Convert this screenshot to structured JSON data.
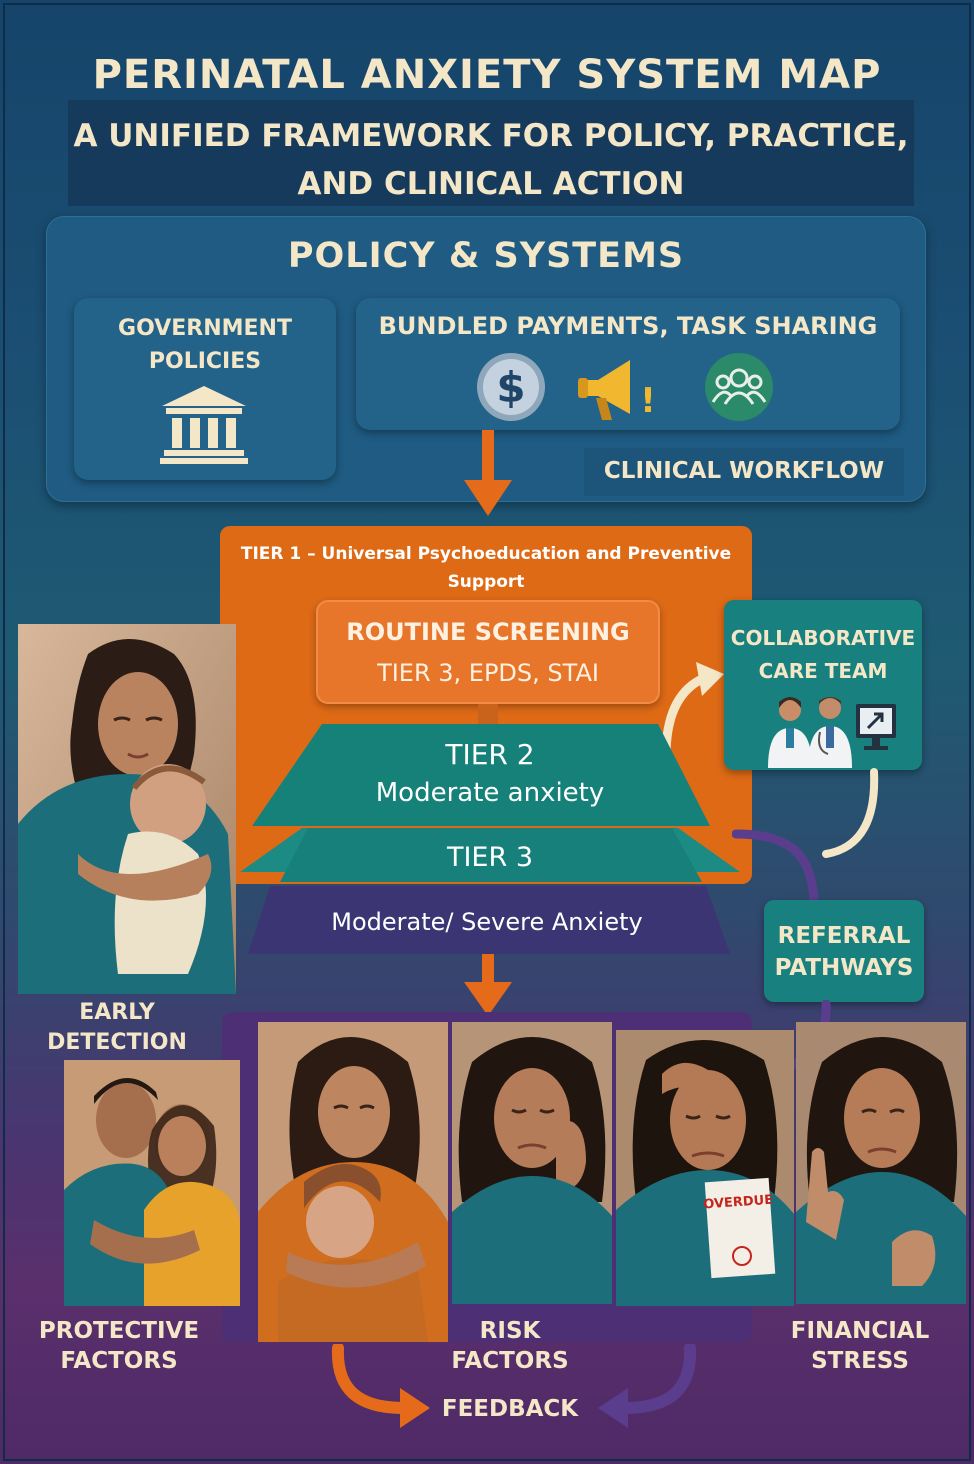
{
  "title": "PERINATAL ANXIETY SYSTEM MAP",
  "subtitle": {
    "line1": "A UNIFIED FRAMEWORK FOR POLICY, PRACTICE,",
    "line2": "AND CLINICAL ACTION"
  },
  "policy": {
    "title": "POLICY & SYSTEMS",
    "government": {
      "line1": "GOVERNMENT",
      "line2": "POLICIES",
      "icon": "government-building-icon"
    },
    "bundled": {
      "label": "BUNDLED PAYMENTS, TASK SHARING",
      "icons": [
        "dollar-coin-icon",
        "megaphone-icon",
        "team-icon"
      ],
      "coin_symbol": "$",
      "alert_symbol": "!"
    },
    "workflow": "CLINICAL WORKFLOW"
  },
  "tier1": {
    "line1": "TIER 1 – Universal Psychoeducation and Preventive",
    "line2": "Support"
  },
  "screening": {
    "title": "ROUTINE SCREENING",
    "subtitle": "TIER 3, EPDS, STAI"
  },
  "collab": {
    "line1": "COLLABORATIVE",
    "line2": "CARE TEAM"
  },
  "tier2": {
    "title": "TIER 2",
    "subtitle": "Moderate anxiety"
  },
  "tier3": {
    "title": "TIER 3"
  },
  "severe": {
    "title": "Moderate/ Severe Anxiety"
  },
  "referral": {
    "line1": "REFERRAL",
    "line2": "PATHWAYS"
  },
  "early": {
    "line1": "EARLY",
    "line2": "DETECTION"
  },
  "protective": {
    "line1": "PROTECTIVE",
    "line2": "FACTORS"
  },
  "risk": {
    "line1": "RISK",
    "line2": "FACTORS"
  },
  "financial": {
    "line1": "FINANCIAL",
    "line2": "STRESS",
    "bill_text": "OVERDUE"
  },
  "feedback": "FEEDBACK",
  "colors": {
    "orange": "#de6a16",
    "teal": "#18807e",
    "purple": "#4c2f74",
    "navy": "#1f5b82",
    "cream": "#f4e7c8"
  }
}
